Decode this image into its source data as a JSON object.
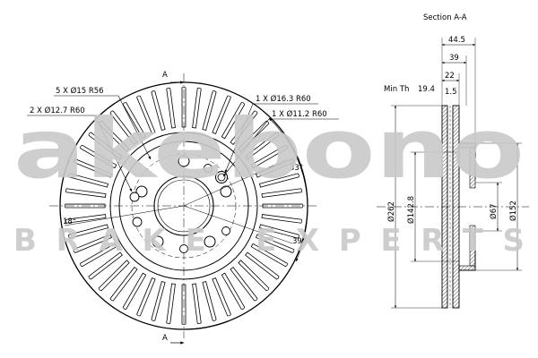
{
  "section_title": "Section A-A",
  "section_markers": [
    "A",
    "A"
  ],
  "front_view": {
    "callouts": {
      "bolt_holes": "5 X Ø15 R56",
      "small_hole": "2 X Ø12.7 R60",
      "hole_a": "1 X Ø16.3 R60",
      "hole_b": "1 X Ø11.2 R60"
    },
    "angles": {
      "left": "18°",
      "upper_right": "33°",
      "lower_right": "39°"
    }
  },
  "section_view": {
    "min_th_label": "Min Th",
    "min_th_value": "19.4",
    "widths": [
      "44.5",
      "39",
      "22",
      "1.5"
    ],
    "diameters": {
      "outer": "Ø262",
      "pcd": "Ø142.8",
      "center_bore": "Ø67",
      "hat": "Ø152"
    }
  },
  "watermark": {
    "brand": "akebono",
    "tagline": "BRAKE EXPERTS",
    "color": "#c9c9c9"
  }
}
